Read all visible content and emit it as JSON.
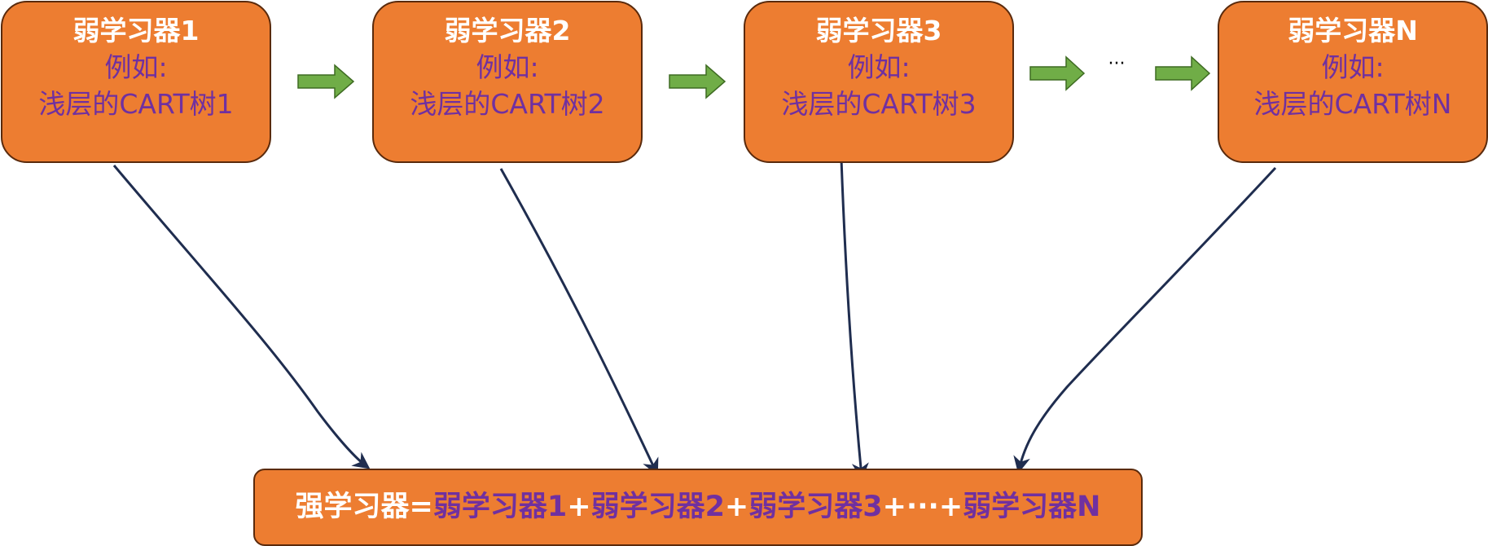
{
  "learners": [
    {
      "title": "弱学习器1",
      "example": "例如:",
      "desc": "浅层的CART树1"
    },
    {
      "title": "弱学习器2",
      "example": "例如:",
      "desc": "浅层的CART树2"
    },
    {
      "title": "弱学习器3",
      "example": "例如:",
      "desc": "浅层的CART树3"
    },
    {
      "title": "弱学习器N",
      "example": "例如:",
      "desc": "浅层的CART树N"
    }
  ],
  "ellipsis": "···",
  "strong": {
    "label": "强学习器",
    "eq": "=",
    "t1": "弱学习器1",
    "plus1": "+",
    "t2": "弱学习器2",
    "plus2": "+",
    "t3": "弱学习器3",
    "plus3": "+···+",
    "tn": "弱学习器N"
  },
  "colors": {
    "box_fill": "#ED7D31",
    "box_border": "#5A2A0C",
    "title_text": "#FFFFFF",
    "purple_text": "#7030A0",
    "arrow_green": "#70AD47",
    "connector": "#1F2D4F"
  }
}
